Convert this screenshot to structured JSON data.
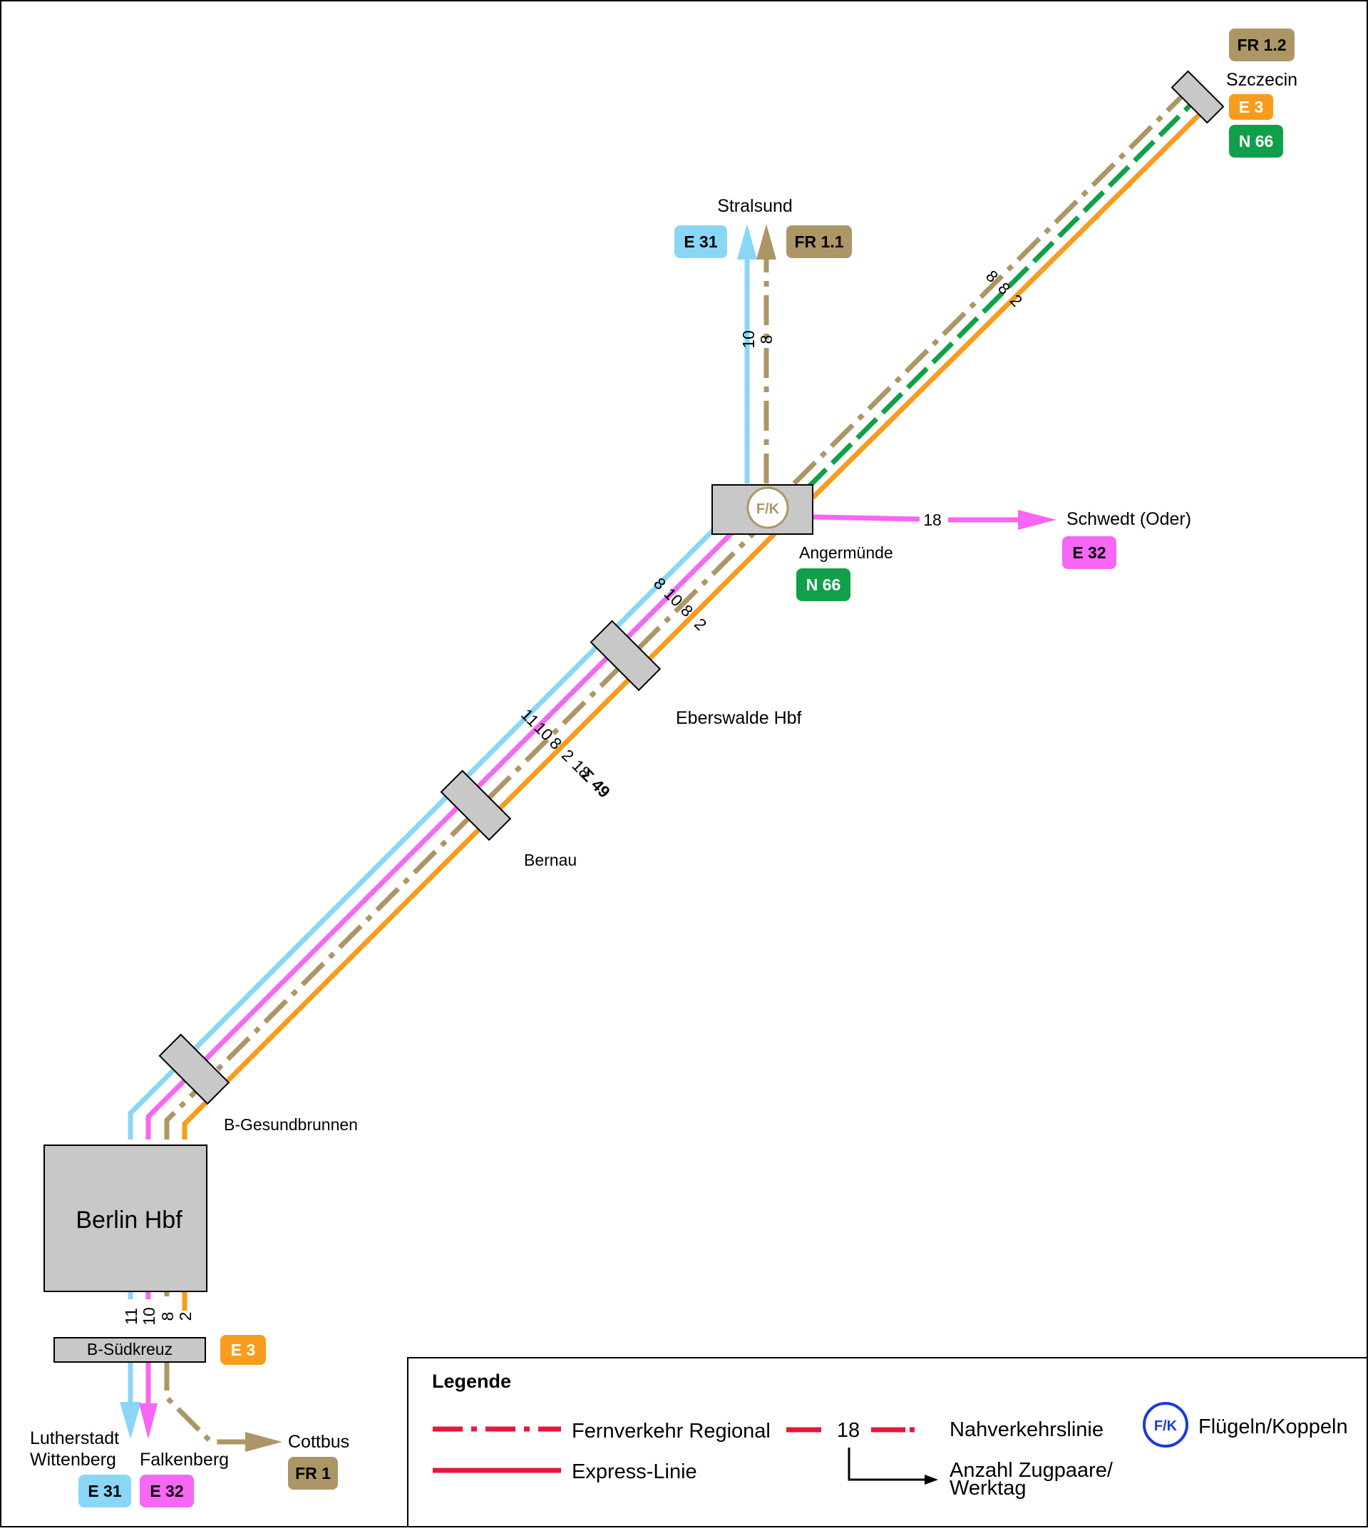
{
  "colors": {
    "express_blue": "#8ad6f6",
    "express_magenta": "#f766f4",
    "fernverkehr_brown": "#ad9666",
    "regional_orange": "#f99b1c",
    "nahverkehr_green": "#10a04a",
    "legend_red": "#e5173d",
    "station_gray": "#c8c8c8",
    "fk_blue": "#1a39e0"
  },
  "stations": {
    "berlin_hbf": "Berlin Hbf",
    "suedkreuz": "B-Südkreuz",
    "gesundbrunnen": "B-Gesundbrunnen",
    "bernau": "Bernau",
    "eberswalde": "Eberswalde Hbf",
    "angermuende": "Angermünde",
    "stralsund": "Stralsund",
    "szczecin": "Szczecin",
    "schwedt": "Schwedt (Oder)",
    "lutherstadt_1": "Lutherstadt",
    "lutherstadt_2": "Wittenberg",
    "falkenberg": "Falkenberg",
    "cottbus": "Cottbus"
  },
  "badges": {
    "fr12": "FR 1.2",
    "e3_szczecin": "E 3",
    "n66_szczecin": "N 66",
    "e31_stralsund": "E 31",
    "fr11": "FR 1.1",
    "e32_schwedt": "E 32",
    "n66_angermuende": "N 66",
    "e3_suedkreuz": "E 3",
    "e31_bottom": "E 31",
    "e32_bottom": "E 32",
    "fr1": "FR 1"
  },
  "fk_marker": "F/K",
  "counts": {
    "stralsund": [
      "10",
      "8"
    ],
    "szczecin": [
      "8",
      "8",
      "2"
    ],
    "schwedt": "18",
    "angermuende_south": [
      "8",
      "10",
      "8",
      "2"
    ],
    "bernau_north": [
      "11",
      "10",
      "8",
      "2",
      "18"
    ],
    "sum": "Σ 49",
    "berlin_south": [
      "11",
      "10",
      "8",
      "2"
    ]
  },
  "legend": {
    "title": "Legende",
    "fernverkehr": "Fernverkehr Regional",
    "express": "Express-Linie",
    "nahverkehr_count": "18",
    "nahverkehr": "Nahverkehrslinie",
    "anzahl_1": "Anzahl Zugpaare/",
    "anzahl_2": "Werktag",
    "fk_icon": "F/K",
    "fk": "Flügeln/Koppeln"
  }
}
